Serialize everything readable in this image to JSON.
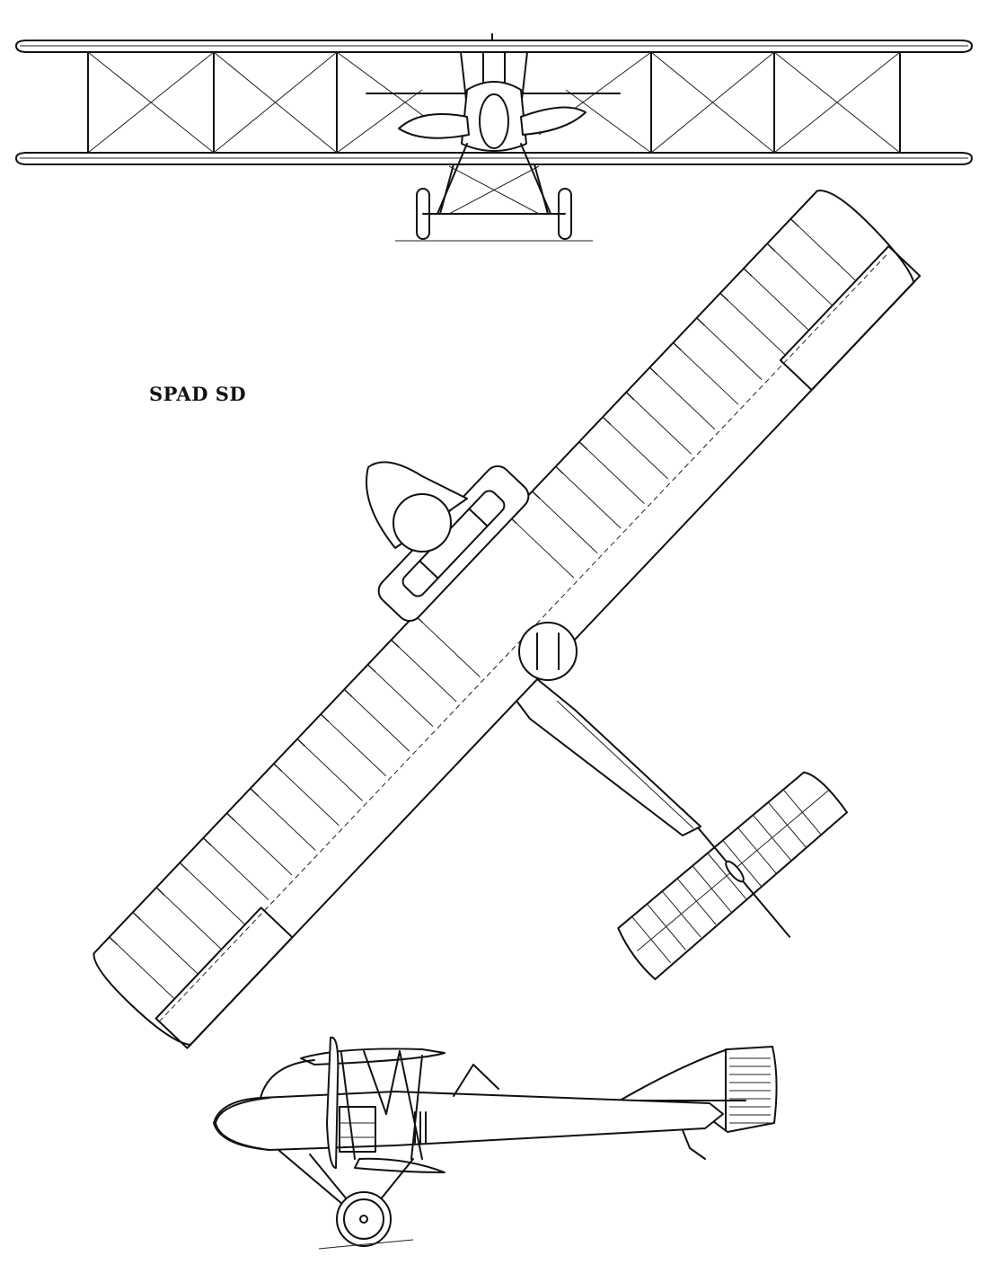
{
  "drawing": {
    "title": "SPAD SD",
    "views": [
      "front-view",
      "plan-view",
      "side-view"
    ]
  },
  "colors": {
    "line": "#111111",
    "background": "#ffffff"
  }
}
